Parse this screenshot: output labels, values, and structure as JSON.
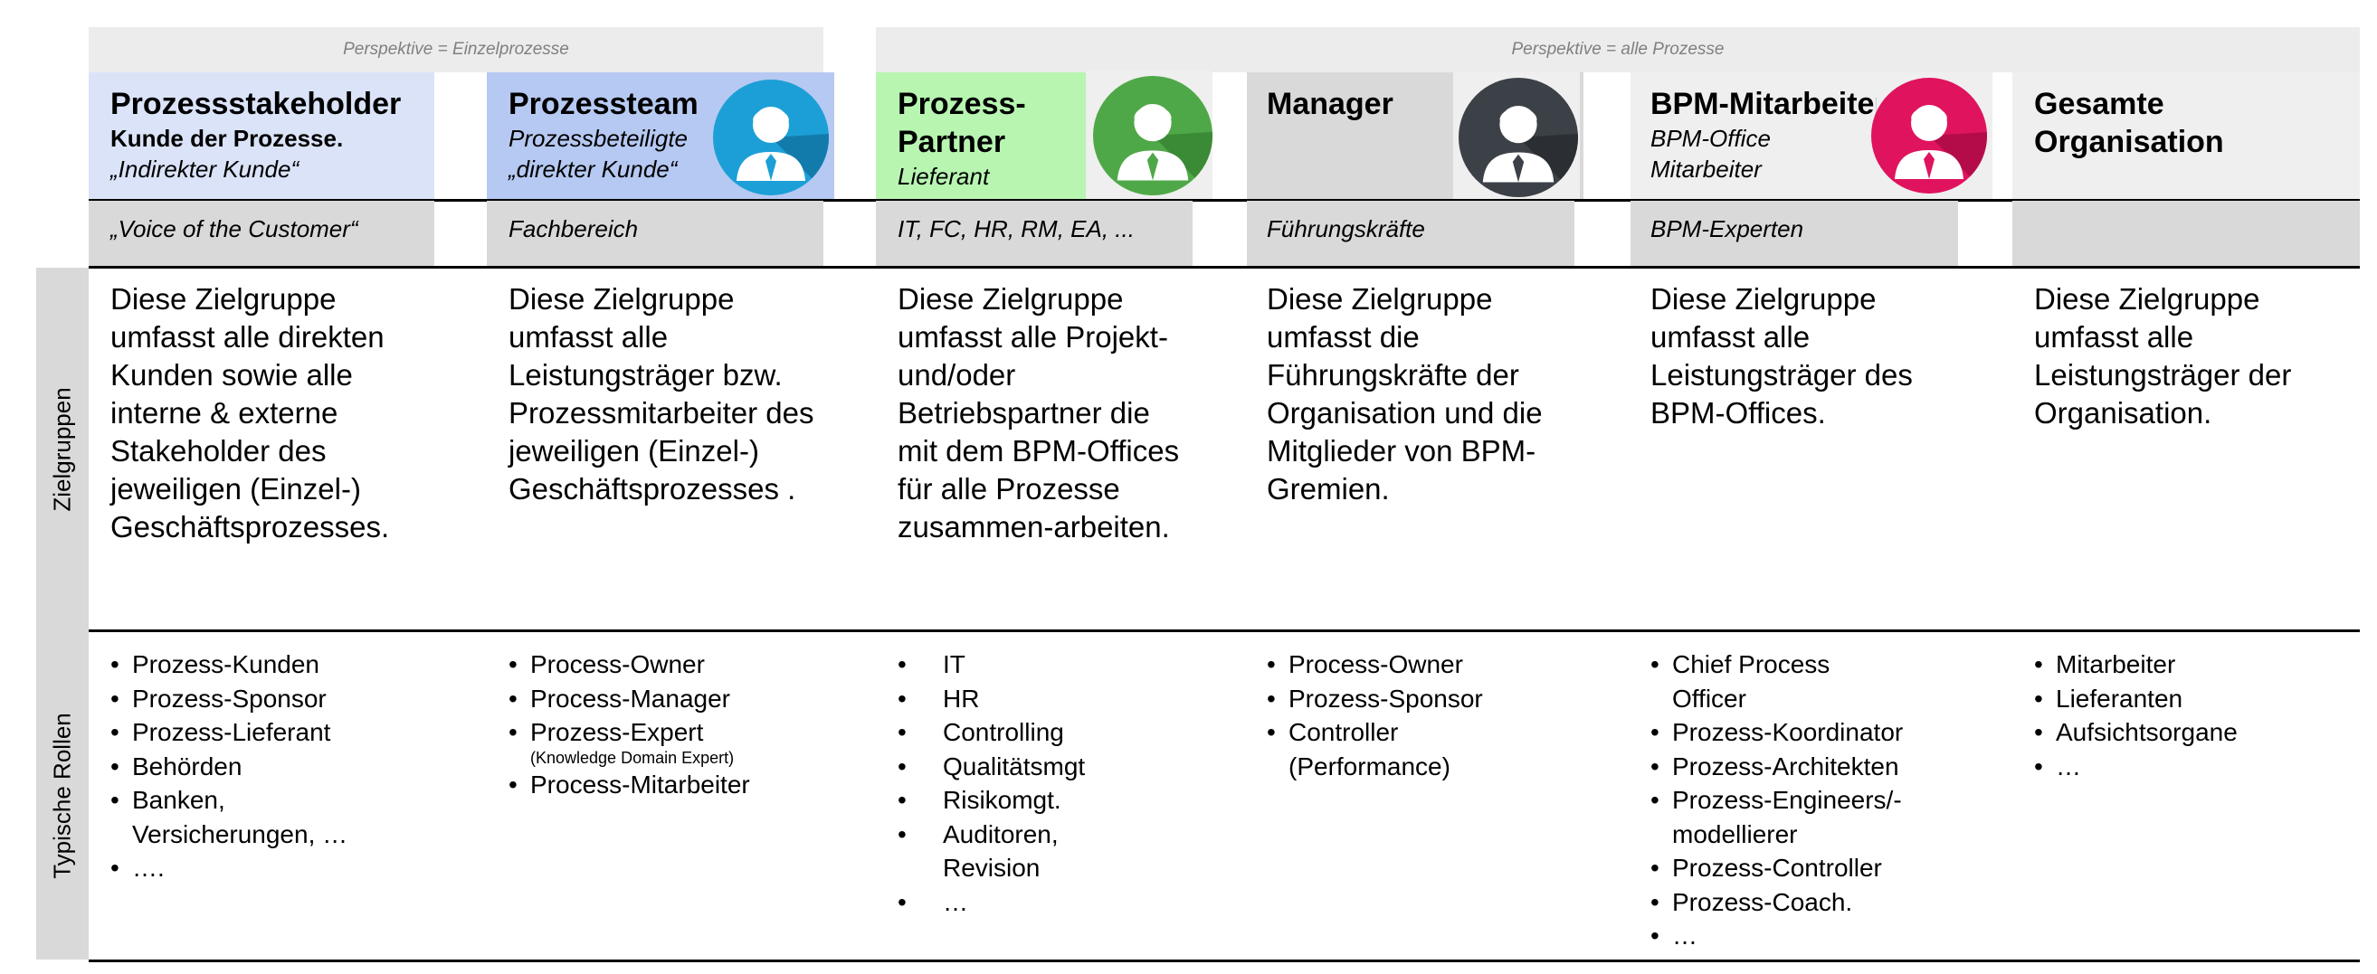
{
  "perspectives": {
    "individual": "Perspektive = Einzelprozesse",
    "all": "Perspektive = alle Prozesse"
  },
  "row_labels": {
    "target_groups": "Zielgruppen",
    "typical_roles": "Typische Rollen"
  },
  "colors": {
    "stakeholder_bg": "#dae3f8",
    "team_bg": "#b6c9f2",
    "partner_bg": "#b7f5b1",
    "manager_bg": "#d9d9d9",
    "header_gray": "#d9d9d9",
    "avatar_team": "#1c9fd6",
    "avatar_partner": "#4fa847",
    "avatar_manager": "#3c4147",
    "avatar_bpm": "#e0135e"
  },
  "columns": [
    {
      "title": "Prozessstakeholder",
      "subtitle_bold": "Kunde der Prozesse.",
      "subtitle_italic": "„Indirekter Kunde“",
      "strip": "„Voice of the Customer“",
      "description": "Diese Zielgruppe umfasst alle direkten Kunden sowie alle interne & externe Stakeholder des jeweiligen (Einzel-) Geschäftsprozesses.",
      "roles": [
        "Prozess-Kunden",
        "Prozess-Sponsor",
        "Prozess-Lieferant",
        "Behörden",
        "Banken, Versicherungen, …",
        "…."
      ]
    },
    {
      "title": "Prozessteam",
      "subtitle_italic_1": "Prozessbeteiligte",
      "subtitle_italic_2": "„direkter Kunde“",
      "strip": "Fachbereich",
      "avatar_icon": "person-icon",
      "description": "Diese Zielgruppe umfasst alle Leistungsträger bzw. Prozessmitarbeiter des jeweiligen (Einzel-) Geschäftsprozesses .",
      "roles": [
        "Process-Owner",
        "Process-Manager",
        "Prozess-Expert",
        "Process-Mitarbeiter"
      ],
      "role_note": "(Knowledge Domain Expert)"
    },
    {
      "title_line1": "Prozess-",
      "title_line2": "Partner",
      "subtitle_italic": "Lieferant",
      "strip": "IT, FC, HR, RM, EA, ...",
      "avatar_icon": "person-icon",
      "description": "Diese Zielgruppe umfasst alle Projekt- und/oder Betriebspartner die mit dem BPM-Offices für alle Prozesse zusammen-arbeiten.",
      "roles": [
        "IT",
        "HR",
        "Controlling",
        "Qualitätsmgt",
        "Risikomgt.",
        "Auditoren, Revision",
        "…"
      ]
    },
    {
      "title": "Manager",
      "strip": "Führungskräfte",
      "avatar_icon": "person-icon",
      "description": "Diese Zielgruppe umfasst die Führungskräfte der Organisation und die Mitglieder von BPM-Gremien.",
      "roles": [
        "Process-Owner",
        "Prozess-Sponsor",
        "Controller (Performance)"
      ]
    },
    {
      "title": "BPM-Mitarbeiter",
      "subtitle_italic_1": "BPM-Office",
      "subtitle_italic_2": "Mitarbeiter",
      "strip": "BPM-Experten",
      "avatar_icon": "person-icon",
      "description": "Diese Zielgruppe umfasst alle Leistungsträger des BPM-Offices.",
      "roles": [
        "Chief Process Officer",
        "Prozess-Koordinator",
        "Prozess-Architekten",
        "Prozess-Engineers/-modellierer",
        "Prozess-Controller",
        "Prozess-Coach.",
        " …"
      ]
    },
    {
      "title_line1": "Gesamte",
      "title_line2": "Organisation",
      "description": "Diese Zielgruppe umfasst alle Leistungsträger der Organisation.",
      "roles": [
        "Mitarbeiter",
        "Lieferanten",
        "Aufsichtsorgane",
        "…"
      ]
    }
  ]
}
